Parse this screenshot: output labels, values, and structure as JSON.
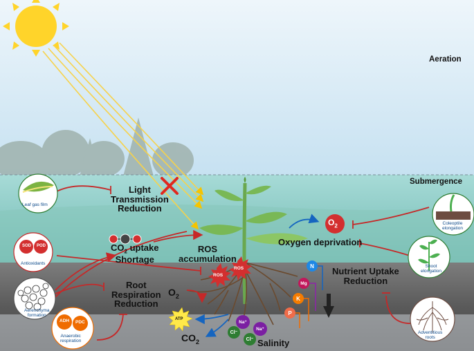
{
  "zones": {
    "aeration": "Aeration",
    "submergence": "Submergence"
  },
  "processes": {
    "light_line1": "Light",
    "light_line2": "Transmission",
    "light_line3": "Reduction",
    "co2_uptake_prefix": "CO",
    "co2_uptake_sub": "2",
    "co2_uptake_suffix": " uptake",
    "co2_shortage": "Shortage",
    "ros_line1": "ROS",
    "ros_line2": "accumulation",
    "root_resp_line1": "Root",
    "root_resp_line2": "Respiration",
    "root_resp_line3": "Reduction",
    "oxygen_deprivation": "Oxygen deprivation",
    "nutrient_line1": "Nutrient Uptake",
    "nutrient_line2": "Reduction",
    "salinity": "Salinity",
    "o2_prefix": "O",
    "o2_sub": "2",
    "co2_prefix": "CO",
    "co2_sub": "2"
  },
  "badges": {
    "o2_prefix": "O",
    "o2_sub": "2",
    "ros": "ROS",
    "atp": "ATP"
  },
  "adaptations": {
    "leaf_gas_film": "Leaf gas film",
    "antioxidants": "Antioxidants",
    "sod": "SOD",
    "pod": "POD",
    "aerenchyma_line1": "Aerenchyma",
    "aerenchyma_line2": "formation",
    "adh": "ADH",
    "pdc": "PDC",
    "anaerobic_line1": "Anaerobic",
    "anaerobic_line2": "respiration",
    "coleoptile_line1": "Coleoptile",
    "coleoptile_line2": "elongation",
    "shoot_line1": "Shoot",
    "shoot_line2": "elongation",
    "adventitious_line1": "Adventitious",
    "adventitious_line2": "roots"
  },
  "ions": {
    "n": "N",
    "mg": "Mg",
    "k": "K",
    "p": "P",
    "na": "Na⁺",
    "cl": "Cl⁻"
  },
  "colors": {
    "inhibit": "#c62828",
    "promote": "#1565c0",
    "sun": "#ffd42a",
    "sky": "#cfe6f4",
    "water": "#8fcfc8",
    "soil": "#5d5d5d"
  }
}
